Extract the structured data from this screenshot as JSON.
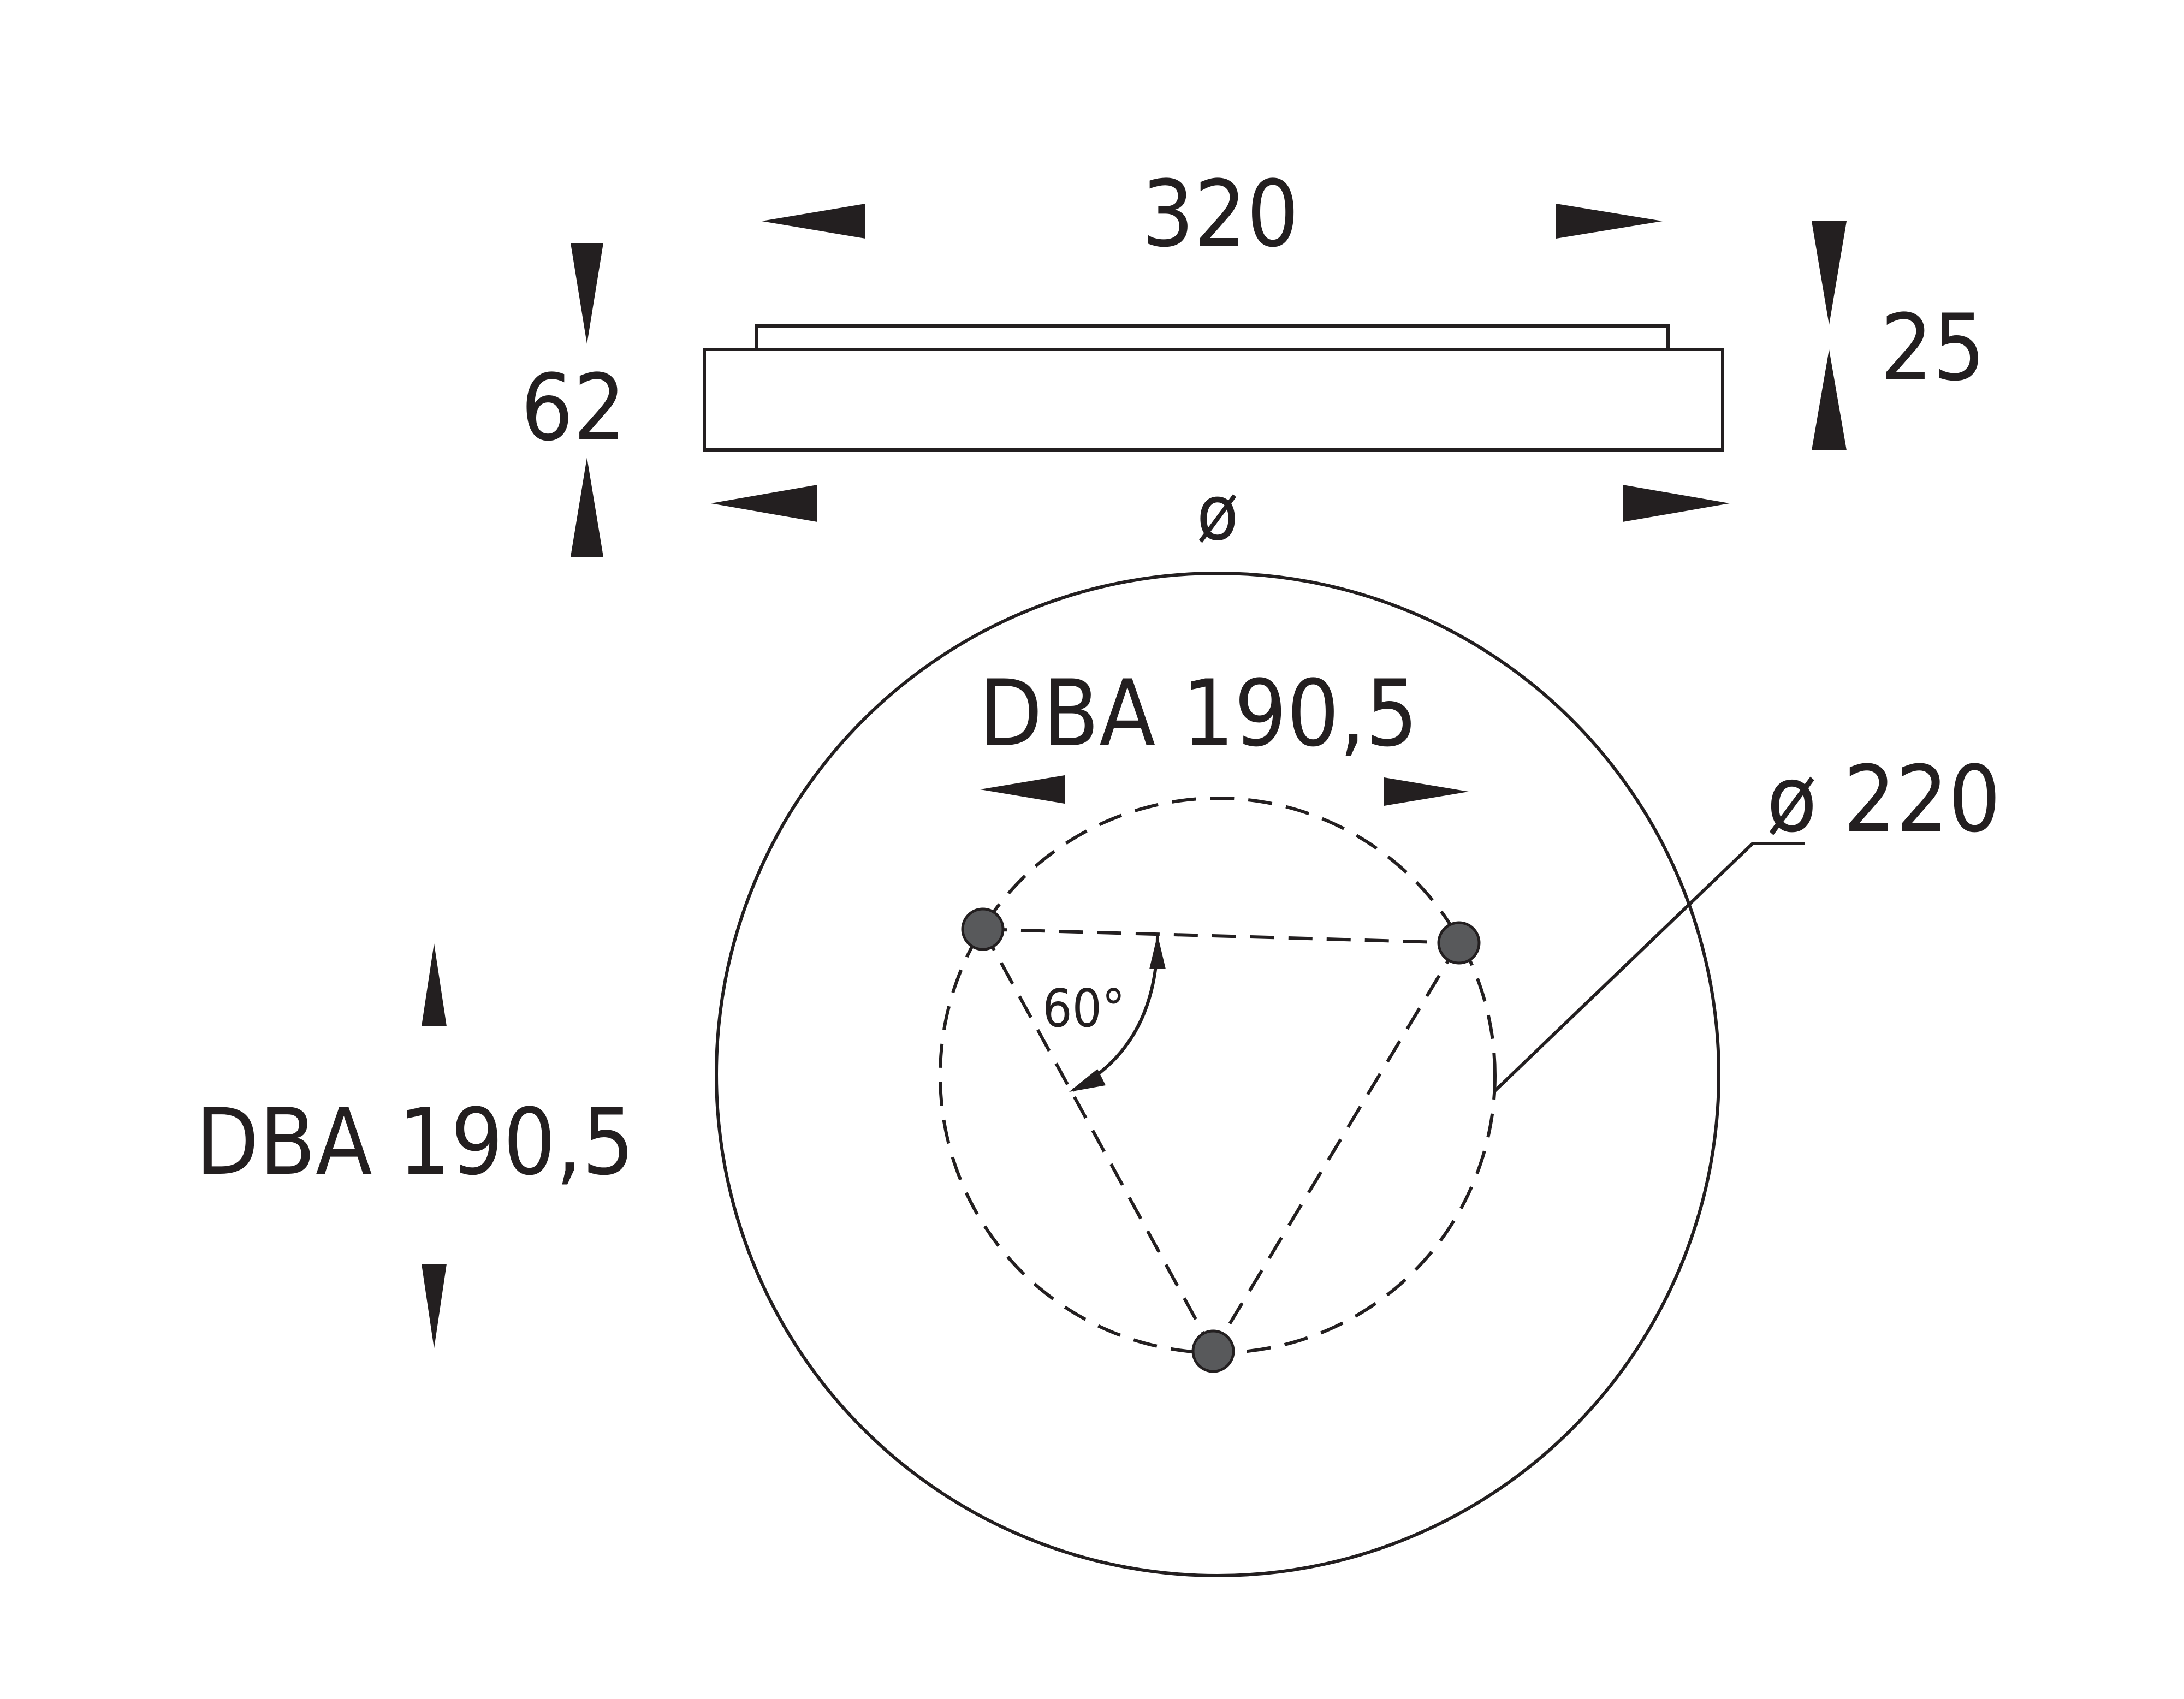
{
  "labels": {
    "width_top": "320",
    "height_total": "62",
    "height_body": "25",
    "diameter_symbol": "ø",
    "mount_circle_horizontal": "DBA 190,5",
    "mount_circle_vertical": "DBA 190,5",
    "outer_diameter": "ø 220",
    "angle": "60°"
  },
  "icons": {
    "mount_hole": "mount-hole-icon",
    "arrowhead": "arrowhead-icon"
  },
  "colors": {
    "line": "#231f20",
    "hole_fill": "#58595b"
  }
}
